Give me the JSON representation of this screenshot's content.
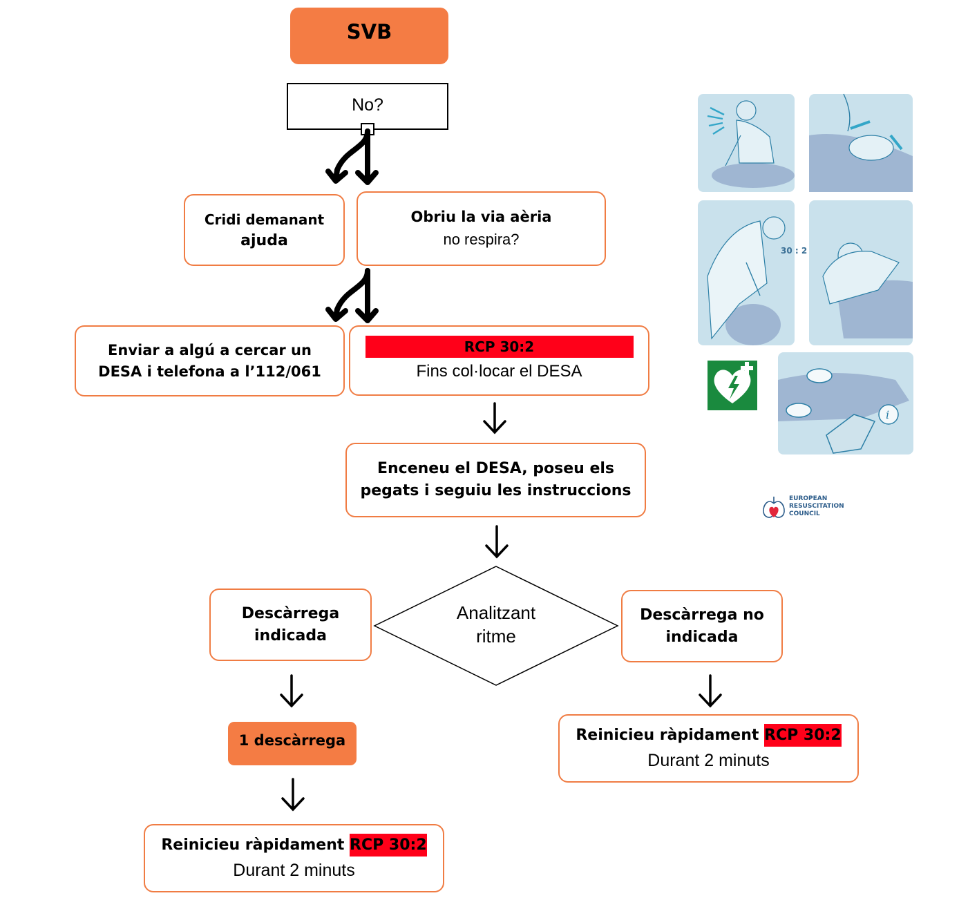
{
  "title": "SVB",
  "question": "No?",
  "steps": {
    "call_help": {
      "line1": "Cridi demanant",
      "line2": "ajuda"
    },
    "open_airway": {
      "line1": "Obriu la via aèria",
      "line2": "no respira?"
    },
    "send_someone": {
      "line1": "Enviar a algú a cercar un",
      "line2": "DESA i telefona a l’112/061"
    },
    "cpr": {
      "highlight": "RCP 30:2",
      "line2": "Fins col·locar el DESA"
    },
    "turn_on_aed": {
      "line1": "Enceneu el DESA, poseu els",
      "line2": "pegats i seguiu les instruccions"
    },
    "analyze": {
      "line1": "Analitzant",
      "line2": "ritme"
    },
    "shock_indicated": {
      "line1": "Descàrrega",
      "line2": "indicada"
    },
    "shock_not_indicated": {
      "line1": "Descàrrega no",
      "line2": "indicada"
    },
    "one_shock": "1 descàrrega",
    "restart_left": {
      "prefix": "Reinicieu ràpidament ",
      "highlight": "RCP 30:2",
      "line2": "Durant 2 minuts"
    },
    "restart_right": {
      "prefix": "Reinicieu ràpidament ",
      "highlight": "RCP 30:2",
      "line2": "Durant 2 minuts"
    }
  },
  "illustration": {
    "ratio_label": "30 : 2",
    "info_glyph": "i",
    "logo": {
      "line1": "EUROPEAN",
      "line2": "RESUSCITATION",
      "line3": "COUNCIL"
    }
  },
  "colors": {
    "accent": "#f47c44",
    "border": "#f07c43",
    "highlight": "#ff0019",
    "aed_green": "#1a8a3e",
    "panel": "#c9e1ec"
  }
}
